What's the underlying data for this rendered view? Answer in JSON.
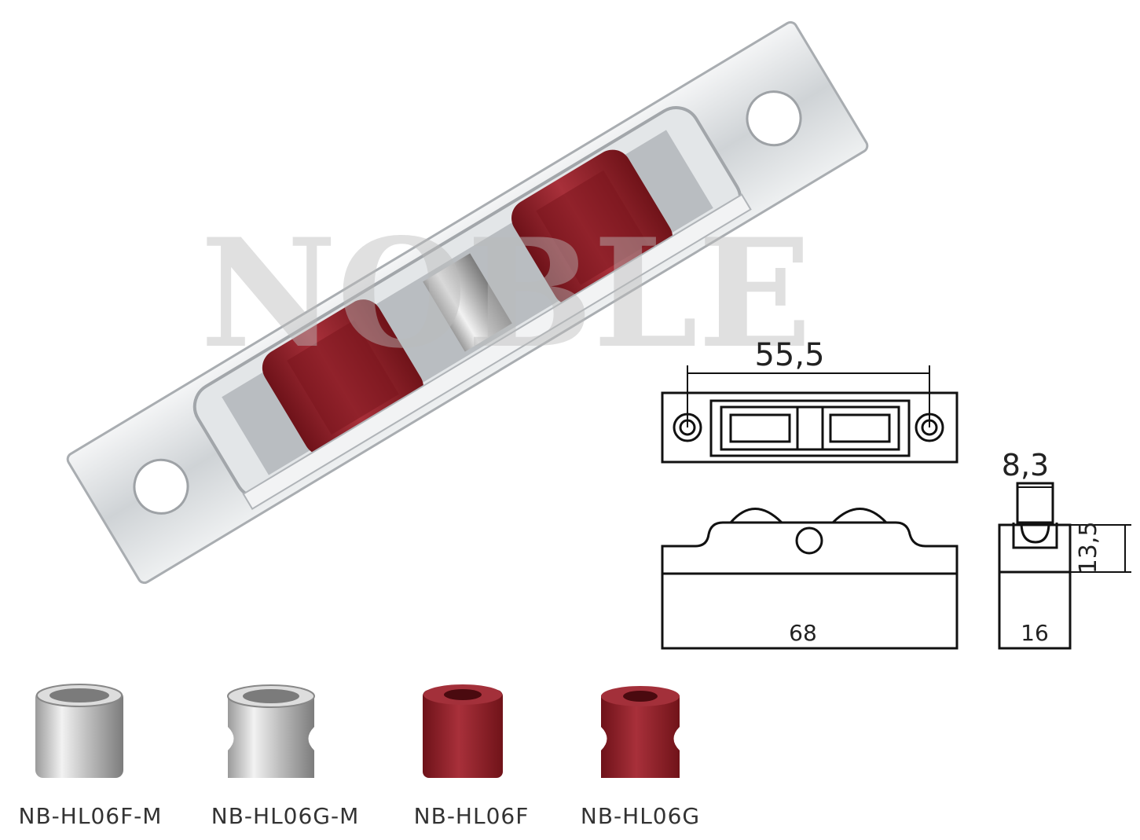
{
  "watermark": "NOBLE",
  "product_photo": {
    "description_label": "roller-assembly",
    "roller_color": "#8e1b24",
    "metal_color": "#d9dcdf"
  },
  "dimensions": {
    "top_hole_spacing": "55,5",
    "overall_length": "68",
    "wheel_width": "8,3",
    "height": "13,5",
    "width": "16"
  },
  "variants": [
    {
      "code": "NB-HL06F-M",
      "material": "metal",
      "profile": "flat"
    },
    {
      "code": "NB-HL06G-M",
      "material": "metal",
      "profile": "grooved"
    },
    {
      "code": "NB-HL06F",
      "material": "plastic",
      "profile": "flat"
    },
    {
      "code": "NB-HL06G",
      "material": "plastic",
      "profile": "grooved"
    }
  ]
}
